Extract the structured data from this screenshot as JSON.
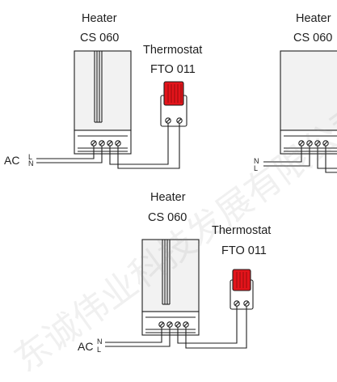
{
  "diagrams": [
    {
      "heater": {
        "name": "Heater",
        "model": "CS 060"
      },
      "thermostat": {
        "name": "Thermostat",
        "model": "FTO 011"
      },
      "supply": {
        "label": "AC",
        "wires": [
          "L",
          "N"
        ]
      }
    },
    {
      "heater": {
        "name": "Heater",
        "model": "CS 060"
      },
      "supply": {
        "wires": [
          "N",
          "L"
        ]
      }
    },
    {
      "heater": {
        "name": "Heater",
        "model": "CS 060"
      },
      "thermostat": {
        "name": "Thermostat",
        "model": "FTO 011"
      },
      "supply": {
        "label": "AC",
        "wires": [
          "N",
          "L"
        ]
      }
    }
  ],
  "watermark": "东诚伟业科技发展有限公司",
  "colors": {
    "line": "#1e1e1e",
    "thermostat_dial": "#e3141b",
    "heater_body": "#f2f2f2"
  }
}
